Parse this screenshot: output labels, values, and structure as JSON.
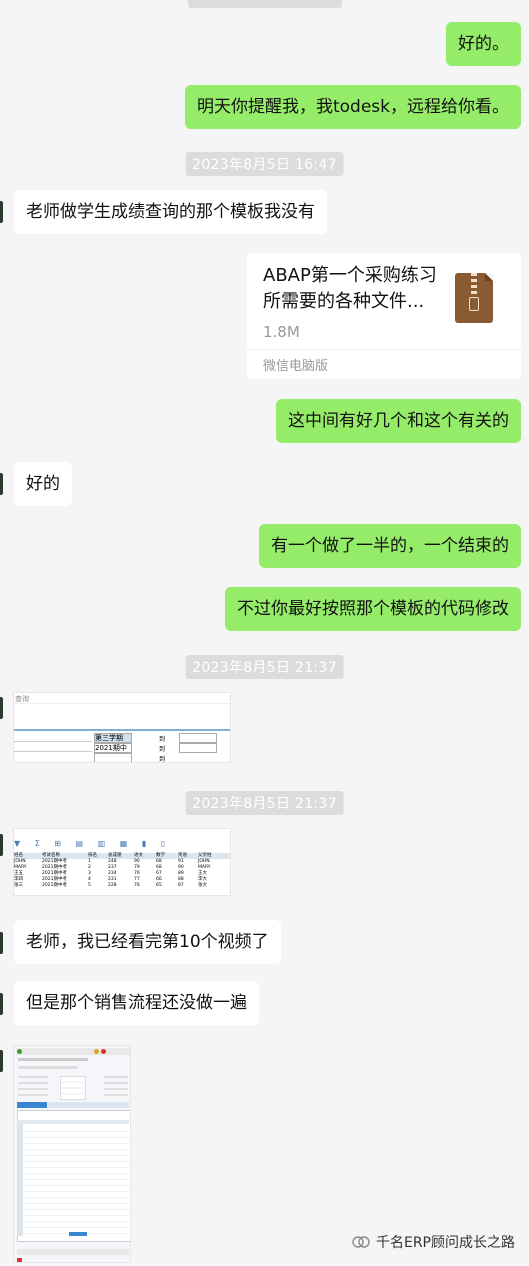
{
  "timestamps": [
    "2023年8月5日 16:47",
    "2023年8月5日 21:37",
    "2023年8月5日 21:37"
  ],
  "messages": {
    "m1": "好的。",
    "m2": "明天你提醒我，我todesk，远程给你看。",
    "m3": "老师做学生成绩查询的那个模板我没有",
    "m4": "这中间有好几个和这个有关的",
    "m5": "好的",
    "m6": "有一个做了一半的，一个结束的",
    "m7": "不过你最好按照那个模板的代码修改",
    "m8": "老师，我已经看完第10个视频了",
    "m9": "但是那个销售流程还没做一遍"
  },
  "file": {
    "name": "ABAP第一个采购练习所需要的各种文件...",
    "size": "1.8M",
    "source": "微信电脑版",
    "icon": "zip-file-icon"
  },
  "thumb1": {
    "title": "查询",
    "cells": [
      "第三学期",
      "2021期中",
      "到",
      "到",
      "到"
    ]
  },
  "thumb2": {
    "headers": [
      "姓名",
      "考试名称",
      "排名",
      "总成绩",
      "语文",
      "数学",
      "英语",
      "父亲姓"
    ],
    "rows": [
      [
        "JOHN",
        "2021期中考",
        "1",
        "248",
        "90",
        "68",
        "91",
        "JOHN"
      ],
      [
        "MARY",
        "2021期中考",
        "2",
        "237",
        "79",
        "68",
        "90",
        "MARY"
      ],
      [
        "王五",
        "2021期中考",
        "3",
        "234",
        "76",
        "67",
        "89",
        "王大"
      ],
      [
        "李四",
        "2021期中考",
        "4",
        "231",
        "77",
        "66",
        "88",
        "李大"
      ],
      [
        "张三",
        "2021期中考",
        "5",
        "228",
        "76",
        "65",
        "87",
        "张大"
      ]
    ]
  },
  "watermark": "千名ERP顾问成长之路",
  "colors": {
    "bg": "#f5f5f5",
    "me": "#95ec69",
    "other": "#ffffff",
    "ts": "#dcdcdc"
  }
}
